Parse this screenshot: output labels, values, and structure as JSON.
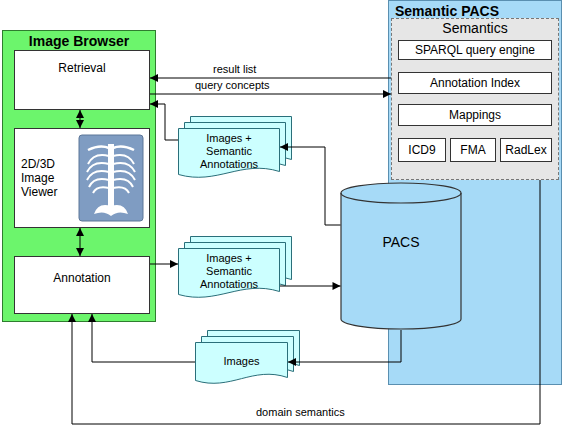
{
  "diagram": {
    "nodes": [
      {
        "text": [
          "Image Browser"
        ]
      },
      {
        "text": [
          "Retrieval"
        ],
        "in": 0
      },
      {
        "text": [
          "2D/3D Image Viewer"
        ],
        "in": 0
      },
      {
        "text": [
          "Annotation"
        ],
        "in": 0
      },
      {
        "text": [
          "Semantic PACS"
        ]
      },
      {
        "text": [
          "Semantics"
        ],
        "in": 4
      },
      {
        "text": [
          "SPARQL query engine"
        ],
        "in": 5
      },
      {
        "text": [
          "Annotation Index"
        ],
        "in": 5
      },
      {
        "text": [
          "Mappings"
        ],
        "in": 5
      },
      {
        "text": [
          "ICD9"
        ],
        "in": 5
      },
      {
        "text": [
          "FMA"
        ],
        "in": 5
      },
      {
        "text": [
          "RadLex"
        ],
        "in": 5
      },
      {
        "text": [
          "PACS"
        ],
        "in": 4
      },
      {
        "text": [
          "Images + Semantic Annotations"
        ]
      },
      {
        "text": [
          "Images + Semantic Annotations"
        ]
      },
      {
        "text": [
          "Images"
        ]
      }
    ],
    "edges": [
      {
        "from": 5,
        "to": 1,
        "label": "result list",
        "arrow": "to"
      },
      {
        "from": 1,
        "to": 5,
        "label": "query concepts",
        "arrow": "to"
      },
      {
        "from": 1,
        "to": 2,
        "arrow": "both"
      },
      {
        "from": 2,
        "to": 3,
        "arrow": "both"
      },
      {
        "from": 13,
        "to": 1,
        "arrow": "to"
      },
      {
        "from": 12,
        "to": 13,
        "arrow": "to"
      },
      {
        "from": 3,
        "to": 14,
        "arrow": "to"
      },
      {
        "from": 14,
        "to": 12,
        "arrow": "to"
      },
      {
        "from": 12,
        "to": 15,
        "arrow": "to"
      },
      {
        "from": 15,
        "to": 3,
        "arrow": "to"
      },
      {
        "from": 5,
        "to": 3,
        "label": "domain semantics",
        "arrow": "to"
      }
    ]
  }
}
